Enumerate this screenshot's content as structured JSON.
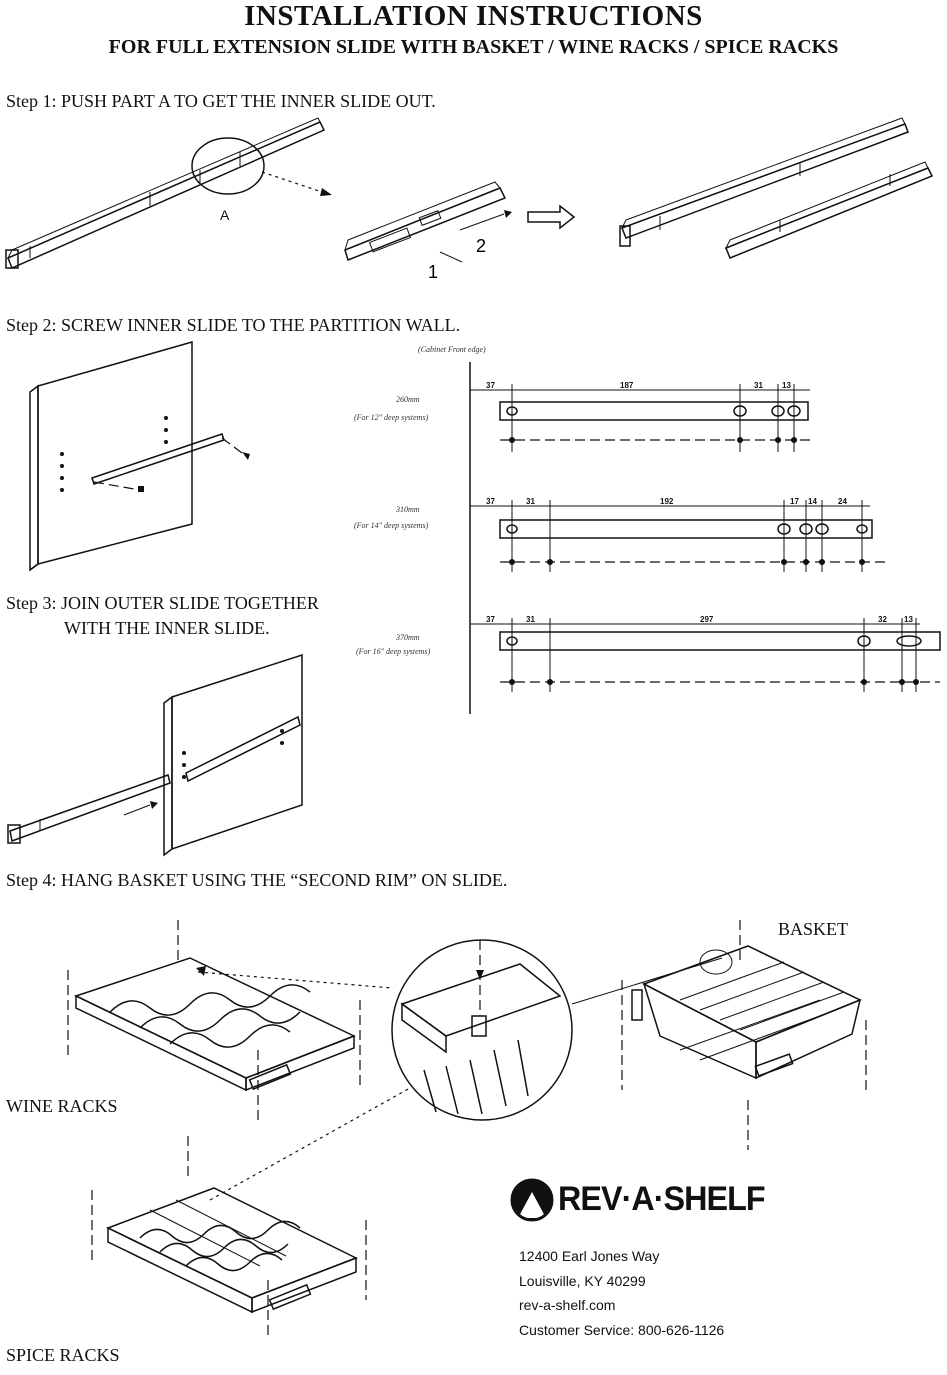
{
  "title": "INSTALLATION INSTRUCTIONS",
  "subtitle": "FOR FULL EXTENSION SLIDE WITH BASKET / WINE RACKS / SPICE RACKS",
  "steps": {
    "step1": "Step 1: PUSH PART A TO GET THE INNER SLIDE OUT.",
    "step2": "Step 2: SCREW INNER SLIDE TO THE PARTITION WALL.",
    "step3_line1": "Step 3: JOIN OUTER SLIDE TOGETHER",
    "step3_line2": "WITH THE INNER SLIDE.",
    "step4": "Step 4: HANG BASKET USING THE “SECOND RIM” ON SLIDE."
  },
  "step1_labels": {
    "part_a": "A",
    "num1": "1",
    "num2": "2"
  },
  "diagram": {
    "cabinet_front_edge": "(Cabinet Front edge)",
    "rows": [
      {
        "size": "260mm",
        "note": "(For 12\" deep systems)",
        "dims": [
          "37",
          "187",
          "31",
          "13"
        ]
      },
      {
        "size": "310mm",
        "note": "(For 14\" deep systems)",
        "dims": [
          "37",
          "31",
          "192",
          "17",
          "14",
          "24"
        ]
      },
      {
        "size": "370mm",
        "note": "(For 16\" deep systems)",
        "dims": [
          "37",
          "31",
          "297",
          "32",
          "13"
        ]
      }
    ]
  },
  "labels": {
    "basket": "BASKET",
    "wine_racks": "WINE RACKS",
    "spice_racks": "SPICE RACKS"
  },
  "company": {
    "brand": "REV·A·SHELF",
    "address1": "12400 Earl Jones Way",
    "address2": "Louisville, KY 40299",
    "website": "rev-a-shelf.com",
    "service": "Customer Service: 800-626-1126"
  }
}
